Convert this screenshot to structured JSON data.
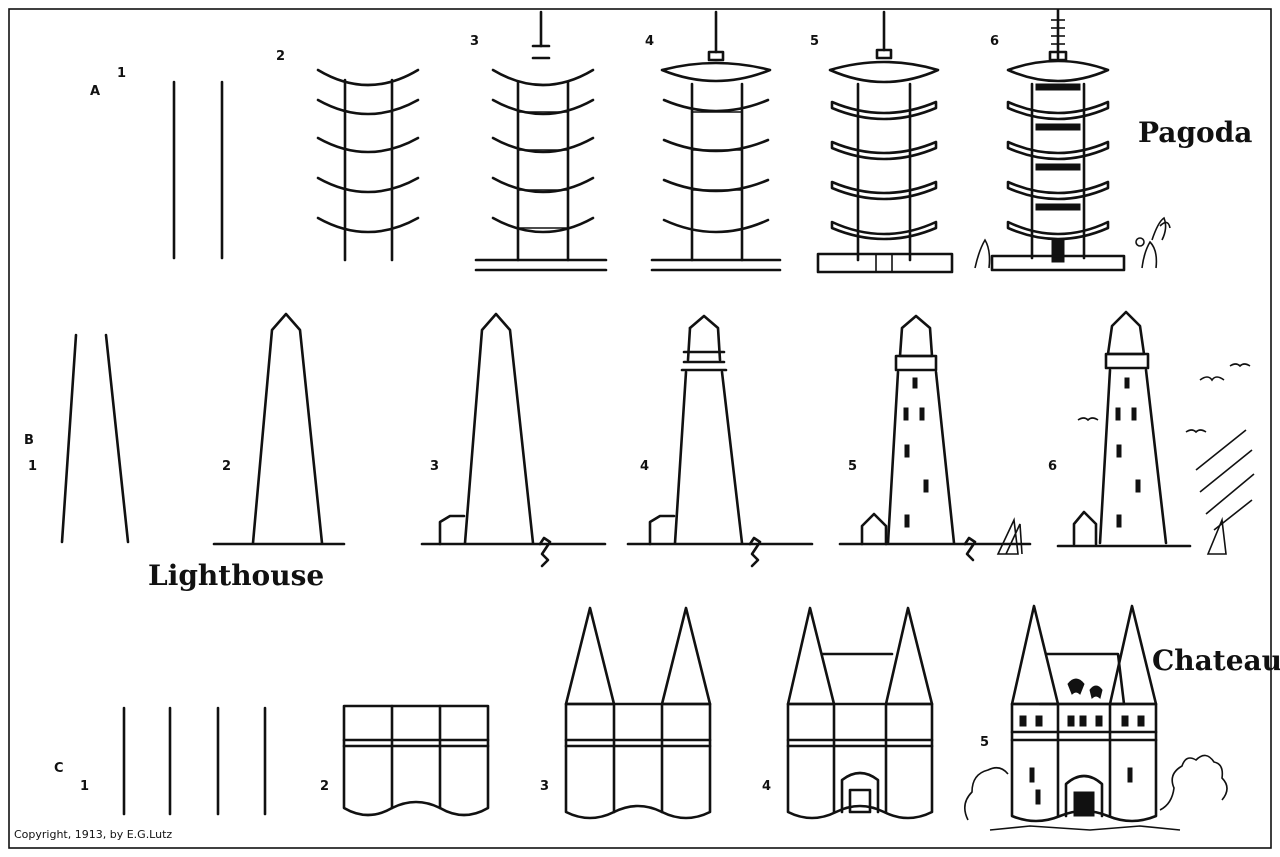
{
  "titles": {
    "pagoda": "Pagoda",
    "lighthouse": "Lighthouse",
    "chateau": "Chateau"
  },
  "rows": {
    "a": "A",
    "b": "B",
    "c": "C"
  },
  "steps": [
    "1",
    "2",
    "3",
    "4",
    "5",
    "6"
  ],
  "copyright": "Copyright, 1913, by E.G.Lutz"
}
